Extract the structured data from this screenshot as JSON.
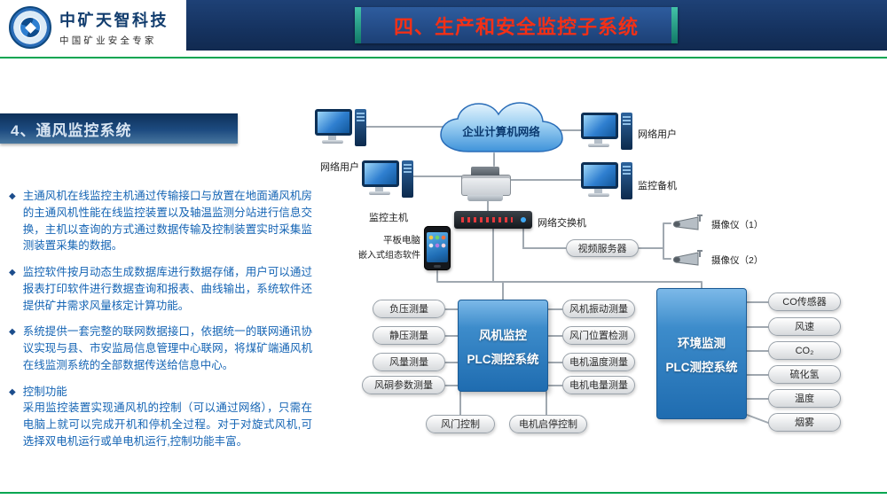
{
  "header": {
    "logo_title": "中矿天智科技",
    "logo_subtitle": "中国矿业安全专家",
    "slide_title": "四、生产和安全监控子系统"
  },
  "colors": {
    "accent_green": "#00a651",
    "header_navy": "#15325f",
    "title_red": "#f43016",
    "bullet_blue": "#1464b4",
    "plc_box_blue": "#2f7fc4",
    "pill_gray": "#d6d9dc"
  },
  "section": {
    "banner": "4、通风监控系统"
  },
  "bullets": [
    {
      "text": "主通风机在线监控主机通过传输接口与放置在地面通风机房的主通风机性能在线监控装置以及轴温监测分站进行信息交换，主机以查询的方式通过数据传输及控制装置实时采集监测装置采集的数据。"
    },
    {
      "text": "监控软件按月动态生成数据库进行数据存储，用户可以通过报表打印软件进行数据查询和报表、曲线输出，系统软件还提供矿井需求风量核定计算功能。"
    },
    {
      "text": "系统提供一套完整的联网数据接口，依据统一的联网通讯协议实现与县、市安监局信息管理中心联网，将煤矿端通风机在线监测系统的全部数据传送给信息中心。"
    },
    {
      "text": "控制功能\n采用监控装置实现通风机的控制（可以通过网络），只需在电脑上就可以完成开机和停机全过程。对于对旋式风机,可选择双电机运行或单电机运行,控制功能丰富。"
    }
  ],
  "diagram": {
    "cloud": "企业计算机网络",
    "labels": {
      "network_user_top": "网络用户",
      "monitor_host": "监控主机",
      "network_user_right": "网络用户",
      "monitor_backup": "监控备机",
      "switch": "网络交换机",
      "video_server": "视频服务器",
      "camera1": "摄像仪（1）",
      "camera2": "摄像仪（2）",
      "tablet": "平板电脑",
      "tablet_sub": "嵌入式组态软件"
    },
    "fan_plc": {
      "line1": "风机监控",
      "line2": "PLC测控系统"
    },
    "env_plc": {
      "line1": "环境监测",
      "line2": "PLC测控系统"
    },
    "fan_inputs": [
      "负压测量",
      "静压测量",
      "风量测量",
      "风硐参数测量"
    ],
    "fan_outputs": [
      "风机振动测量",
      "风门位置检测",
      "电机温度测量",
      "电机电量测量"
    ],
    "fan_controls": [
      "风门控制",
      "电机启停控制"
    ],
    "env_sensors": [
      "CO传感器",
      "风速",
      "CO₂",
      "硫化氢",
      "温度",
      "烟雾"
    ]
  }
}
